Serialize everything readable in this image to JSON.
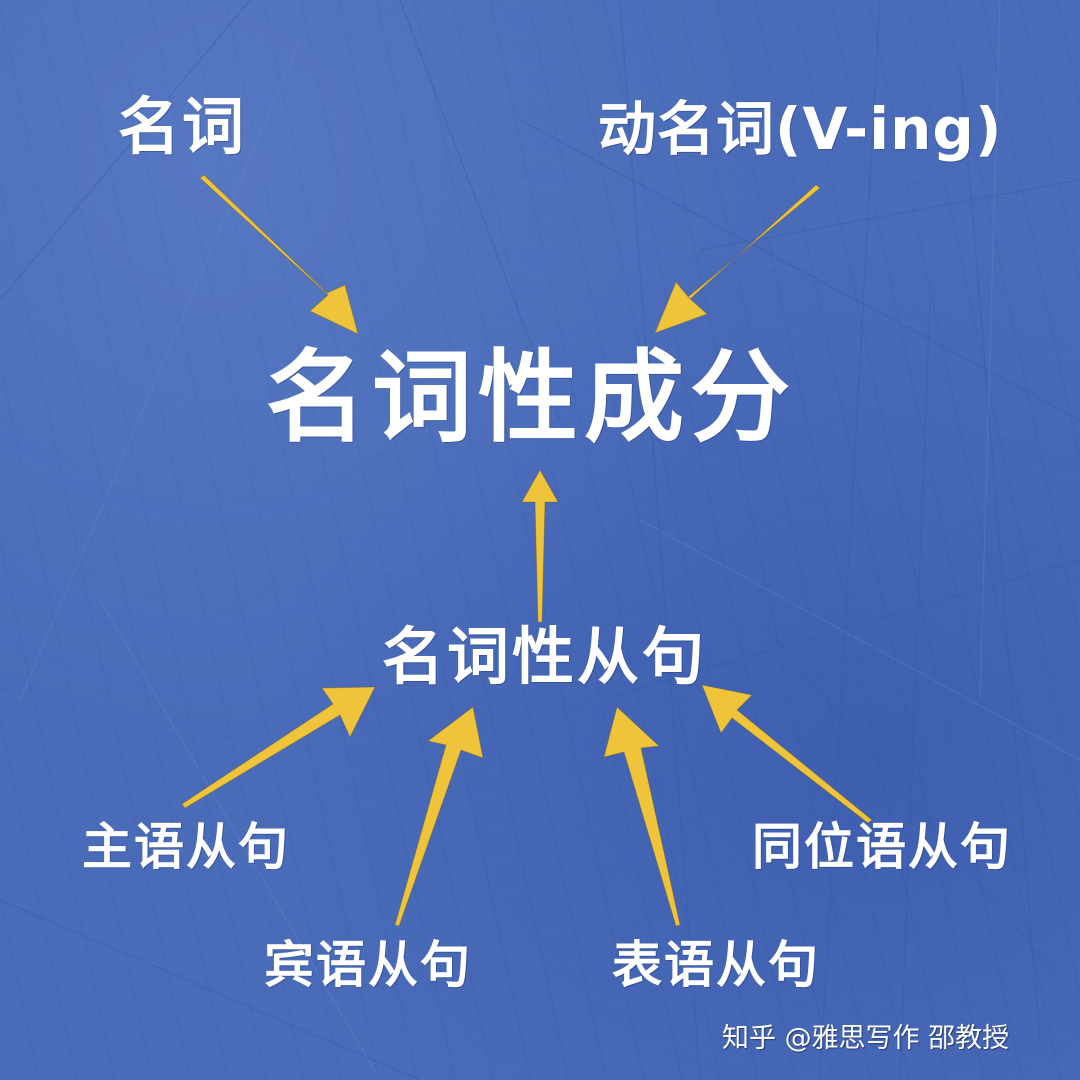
{
  "diagram": {
    "title": "名词性成分",
    "background_color": "#4a6cb8",
    "arrow_color": "#f0c43a",
    "text_color": "#ffffff",
    "nodes": {
      "noun": "名词",
      "gerund": "动名词(V-ing)",
      "nominal_component": "名词性成分",
      "nominal_clause": "名词性从句",
      "subject_clause": "主语从句",
      "object_clause": "宾语从句",
      "predicative_clause": "表语从句",
      "appositive_clause": "同位语从句"
    },
    "edges": [
      {
        "from": "名词",
        "to": "名词性成分"
      },
      {
        "from": "动名词(V-ing)",
        "to": "名词性成分"
      },
      {
        "from": "名词性从句",
        "to": "名词性成分"
      },
      {
        "from": "主语从句",
        "to": "名词性从句"
      },
      {
        "from": "宾语从句",
        "to": "名词性从句"
      },
      {
        "from": "表语从句",
        "to": "名词性从句"
      },
      {
        "from": "同位语从句",
        "to": "名词性从句"
      }
    ]
  },
  "watermark": "知乎 @雅思写作 邵教授"
}
